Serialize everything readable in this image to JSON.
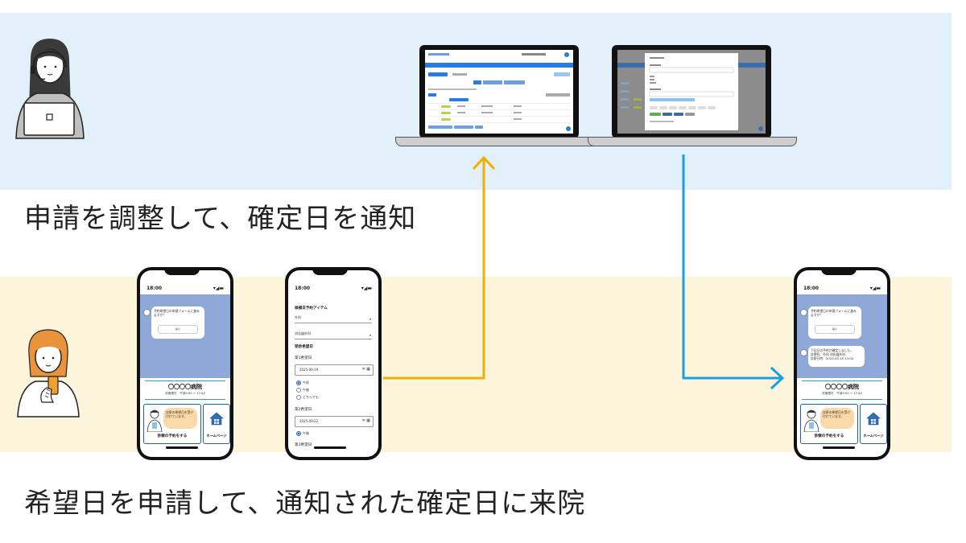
{
  "captions": {
    "top": "申請を調整して、確定日を通知",
    "bottom": "希望日を申請して、通知された確定日に来院"
  },
  "colors": {
    "top_band": "#e1f0f9",
    "bottom_band": "#fdf4dc",
    "arrow_request": "#f0b000",
    "arrow_notify": "#1aa0e0",
    "card_border": "#1f5fb0"
  },
  "phones": {
    "status_time": "18:00",
    "home": {
      "bot_message": "予約希望日の申請フォームに進みますか？",
      "bot_button": "はい",
      "hospital_name": "〇〇〇〇病院",
      "hours": "診療受付　午前9:00 ～ 17:00",
      "notice_bubble": "診察の希望日を受け付けています。",
      "reserve_label": "診察の予約をする",
      "homepage_label": "ホームページ"
    },
    "form": {
      "title": "候補日予約アイテム",
      "dept1": "外科",
      "dept2": "消化器外科",
      "section": "受診希望日",
      "first_label": "第1希望日",
      "first_date": "2025-09-19",
      "options": [
        "午前",
        "午後",
        "どちらでも"
      ],
      "second_label": "第2希望日",
      "second_date": "2025-09-22",
      "second_option": "午後",
      "third_label": "第3希望日"
    },
    "confirmed": {
      "bot_message": "予約希望日の申請フォームに進みますか？",
      "bot_button": "はい",
      "confirm_line1": "下記日の予約が確定しました。",
      "confirm_line2": "診療科：外科 消化器外科",
      "confirm_line3": "診察日時：2025-09-19 13:00",
      "hospital_name": "〇〇〇〇病院",
      "hours": "診療受付　午前9:00 ～ 17:00",
      "notice_bubble": "診察の希望日を受け付けています。",
      "reserve_label": "診察の予約をする",
      "homepage_label": "ホームページ"
    }
  },
  "icons": {
    "staff": "person-with-laptop-icon",
    "patient": "person-with-phone-icon",
    "home": "house-icon",
    "calendar": "calendar-icon",
    "clear": "close-icon"
  }
}
